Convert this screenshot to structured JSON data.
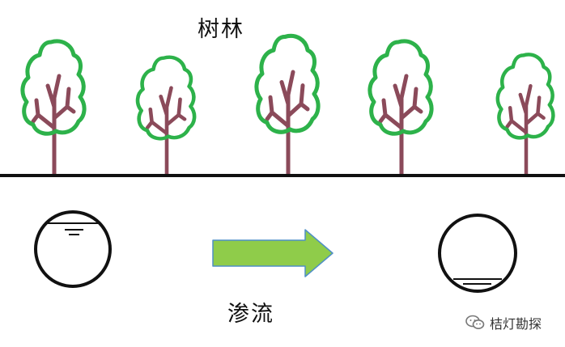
{
  "title": "树林",
  "flow_label": "渗流",
  "watermark": {
    "icon": "wechat-icon",
    "text": "桔灯勘探"
  },
  "colors": {
    "foliage": "#2db24a",
    "trunk": "#8b4a5a",
    "ground": "#111111",
    "arrow_fill": "#8fcc4a",
    "arrow_stroke": "#4f8fc6",
    "pipe": "#111111"
  },
  "trees": [
    {
      "name": "tree-1"
    },
    {
      "name": "tree-2"
    },
    {
      "name": "tree-3"
    },
    {
      "name": "tree-4"
    },
    {
      "name": "tree-5"
    }
  ],
  "pipes": [
    {
      "name": "pipe-before",
      "water_level": "high"
    },
    {
      "name": "pipe-after",
      "water_level": "low"
    }
  ]
}
